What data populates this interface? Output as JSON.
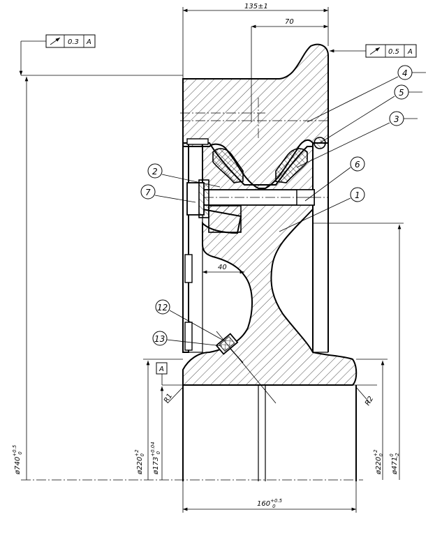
{
  "dimensions": {
    "width_top": "135±1",
    "offset_70": "70",
    "gap_40": "40",
    "bottom_width": {
      "base": "160",
      "sup": "+0.5",
      "sub": "0"
    },
    "dia_740": {
      "base": "ø740",
      "sup": "+0.5",
      "sub": "0"
    },
    "dia_220_left": {
      "base": "ø220",
      "sup": "+2",
      "sub": "0"
    },
    "dia_173": {
      "base": "ø173",
      "sup": "+0.04",
      "sub": "0"
    },
    "dia_220_right": {
      "base": "ø220",
      "sup": "+2",
      "sub": "0"
    },
    "dia_471": {
      "base": "ø471",
      "sup": "0",
      "sub": "-2"
    },
    "radius_left": "R1",
    "radius_right": "R2"
  },
  "tolerance_frames": {
    "left": {
      "value": "0.3",
      "datum": "A"
    },
    "right": {
      "value": "0.5",
      "datum": "A"
    }
  },
  "datum": "A",
  "part_numbers": [
    "4",
    "5",
    "3",
    "6",
    "1",
    "2",
    "7",
    "12",
    "13"
  ]
}
